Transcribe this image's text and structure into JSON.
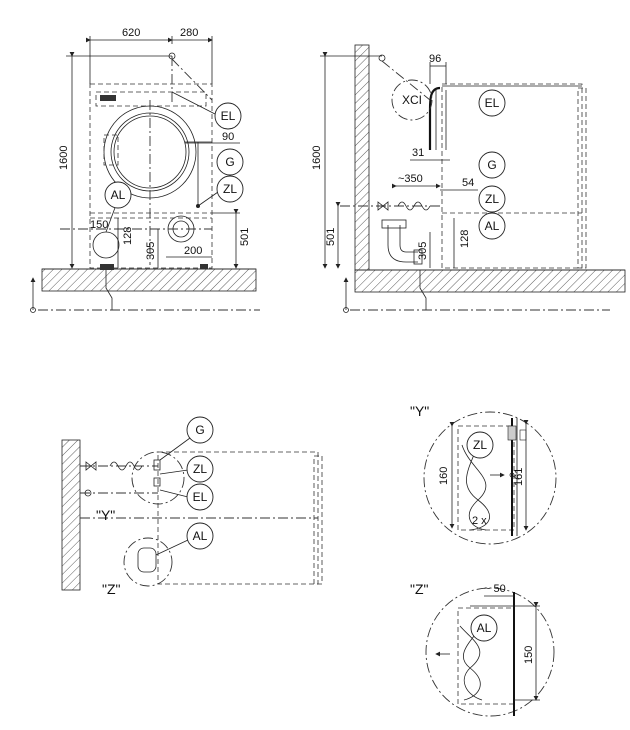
{
  "front_view": {
    "dim_620": "620",
    "dim_280": "280",
    "dim_1600": "1600",
    "dim_90": "90",
    "dim_150": "150",
    "dim_128": "128",
    "dim_305": "305",
    "dim_200": "200",
    "dim_501": "501",
    "labels": {
      "el": "EL",
      "g": "G",
      "zl": "ZL",
      "al": "AL"
    }
  },
  "side_view": {
    "dim_96": "96",
    "dim_1600": "1600",
    "dim_31": "31",
    "dim_350": "~350",
    "dim_54": "54",
    "dim_501": "501",
    "dim_305": "305",
    "dim_128": "128",
    "labels": {
      "xci": "XCI",
      "el": "EL",
      "g": "G",
      "zl": "ZL",
      "al": "AL"
    }
  },
  "top_view": {
    "labels": {
      "g": "G",
      "zl": "ZL",
      "el": "EL",
      "al": "AL"
    },
    "caption_y": "\"Y\"",
    "caption_z": "\"Z\""
  },
  "detail_y": {
    "caption": "\"Y\"",
    "label_zl": "ZL",
    "dim_160": "160",
    "dim_161": "161",
    "note_2x": "2 x"
  },
  "detail_z": {
    "caption": "\"Z\"",
    "label_al": "AL",
    "dim_50": "~ 50",
    "dim_150": "150"
  }
}
